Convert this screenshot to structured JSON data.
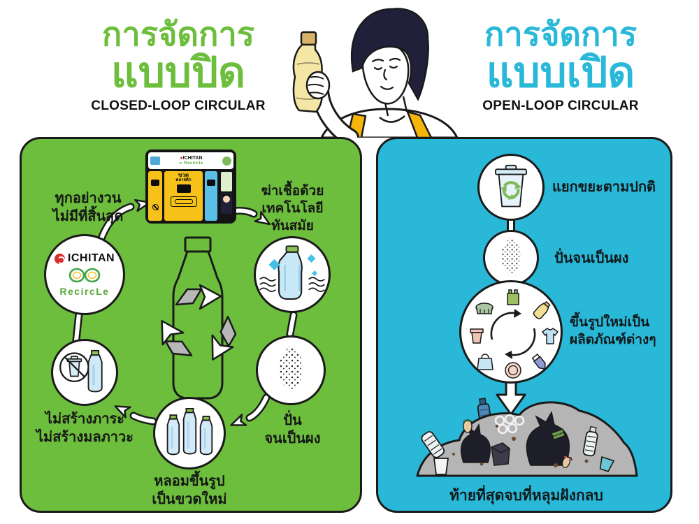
{
  "header": {
    "closed": {
      "title_line1": "การจัดการ",
      "title_line2": "แบบปิด",
      "subtitle": "CLOSED-LOOP CIRCULAR"
    },
    "open": {
      "title_line1": "การจัดการ",
      "title_line2": "แบบเปิด",
      "subtitle": "OPEN-LOOP CIRCULAR"
    }
  },
  "closed_loop": {
    "endless": {
      "line1": "ทุกอย่างวน",
      "line2": "ไม่มีที่สิ้นสุด"
    },
    "machine": {
      "brand": "ICHITAN",
      "program": "Recircle",
      "slot_line1": "ขวด",
      "slot_line2": "พลาสติก"
    },
    "logo": {
      "brand": "ICHITAN",
      "program": "RecircLe"
    },
    "steps": {
      "sterilize": {
        "line1": "ฆ่าเชื้อด้วย",
        "line2": "เทคโนโลยี",
        "line3": "ทันสมัย"
      },
      "grind": {
        "line1": "ปั่น",
        "line2": "จนเป็นผง"
      },
      "remold": {
        "line1": "หลอมขึ้นรูป",
        "line2": "เป็นขวดใหม่"
      },
      "no_burden": {
        "line1": "ไม่สร้างภาระ",
        "line2": "ไม่สร้างมลภาวะ"
      }
    }
  },
  "open_loop": {
    "steps": {
      "separate": "แยกขยะตามปกติ",
      "grind": "ปั่นจนเป็นผง",
      "reform": {
        "line1": "ขึ้นรูปใหม่เป็น",
        "line2": "ผลิตภัณฑ์ต่างๆ"
      },
      "landfill": "ท้ายที่สุดจบที่หลุมฝังกลบ"
    }
  },
  "colors": {
    "closed_green": "#6CBE3C",
    "open_cyan": "#29B8D8",
    "outline_black": "#1a1a1a",
    "machine_yellow": "#F6C21A",
    "machine_blue": "#5BC0E8",
    "bottle_blue": "#CDE7F6",
    "cap_green": "#8FBF58",
    "landfill_gray": "#B5B5B5",
    "suspender_yellow": "#F5B50A",
    "held_bottle_yellow": "#F4E6A4",
    "ichitan_red": "#D92B27",
    "recircle_green": "#58A83C"
  },
  "icons": {
    "recycle-arrows": "♻",
    "infinity": "∞",
    "sparkle": "✦",
    "trash-bin": "🗑",
    "no-trash-bin": "🚫",
    "cycle-arrows": "⟳",
    "down-arrow": "⬇"
  }
}
